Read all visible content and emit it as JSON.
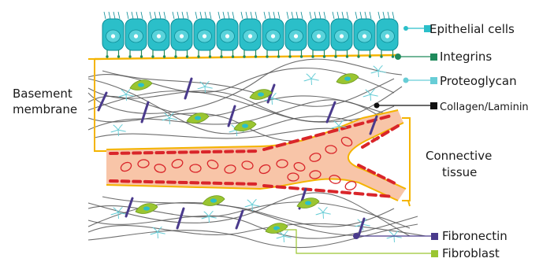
{
  "colors": {
    "epithelial": "#2bbfc9",
    "epithelial_dark": "#0d8d97",
    "integrin": "#1f8a5b",
    "proteoglycan": "#67cdd6",
    "collagen": "#111111",
    "fibronectin": "#4a3a8c",
    "fibroblast": "#9ac531",
    "membrane_yellow": "#f4b400",
    "vessel_fill": "#f8c5a8",
    "rbc": "#d9252a",
    "fiber": "#555555"
  },
  "labels": {
    "epithelial": "Epithelial cells",
    "integrins": "Integrins",
    "proteoglycan": "Proteoglycan",
    "collagen": "Collagen/Laminin",
    "basement_line1": "Basement",
    "basement_line2": "membrane",
    "connective_line1": "Connective",
    "connective_line2": "tissue",
    "fibronectin": "Fibronectin",
    "fibroblast": "Fibroblast"
  }
}
